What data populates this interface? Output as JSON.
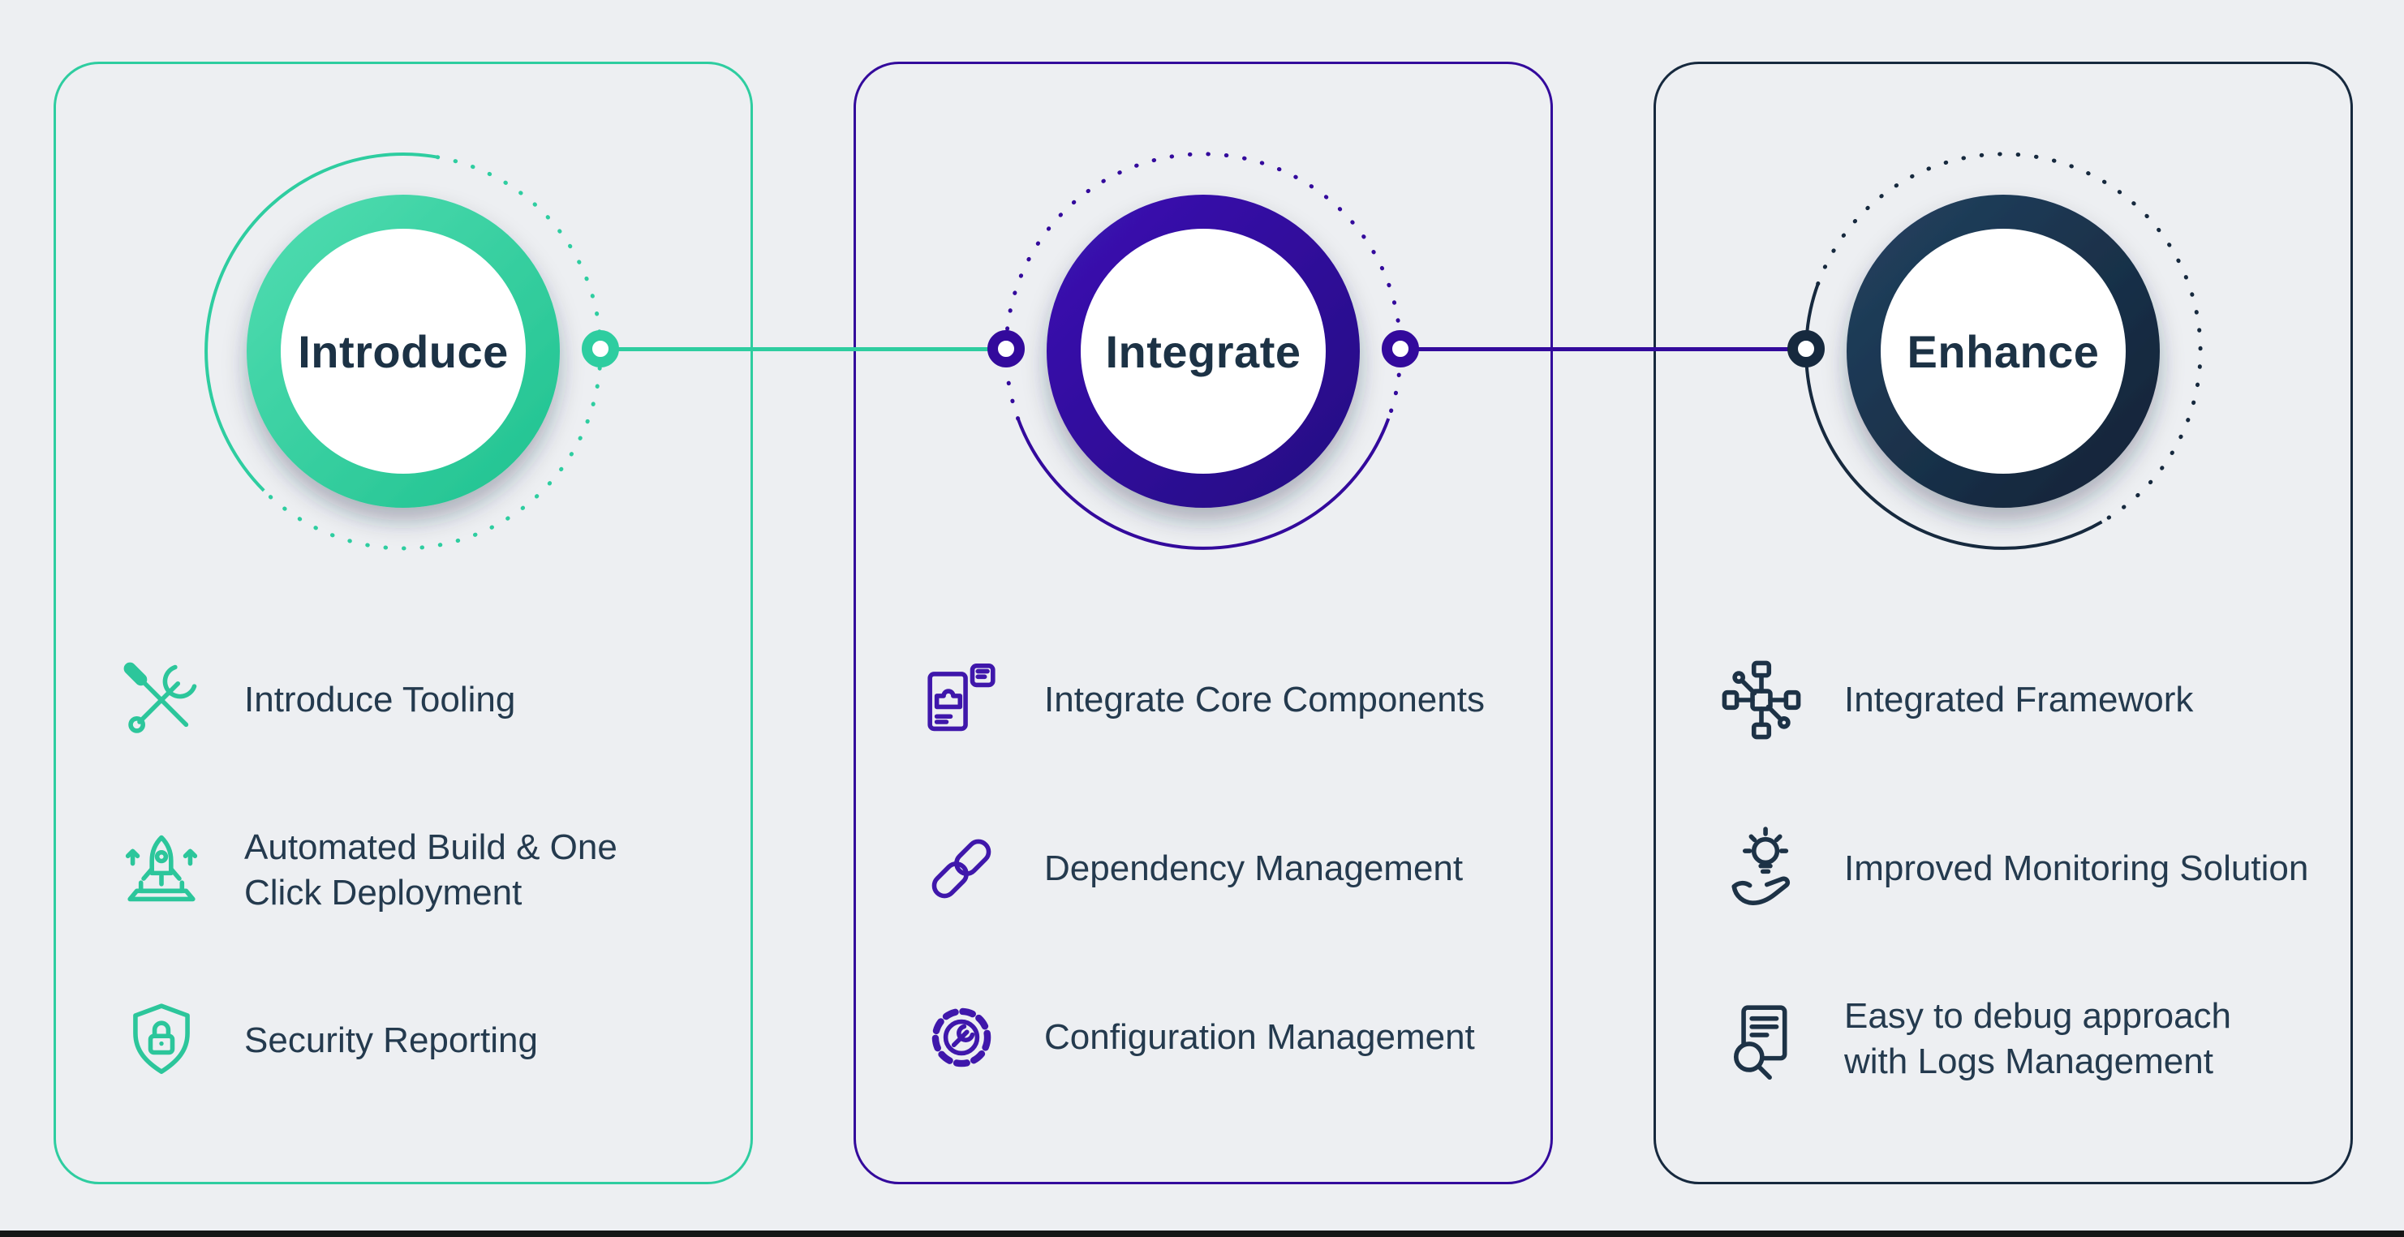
{
  "page": {
    "background_color": "#edeff2",
    "bottom_bar_color": "#161616",
    "text_color": "#243a4e"
  },
  "cards": [
    {
      "accent_color": "#2ecda0",
      "title": "Introduce",
      "items": [
        {
          "icon": "tools-icon",
          "label": "Introduce Tooling"
        },
        {
          "icon": "rocket-launch-icon",
          "label": "Automated Build & One Click Deployment"
        },
        {
          "icon": "security-shield-icon",
          "label": "Security Reporting"
        }
      ]
    },
    {
      "accent_color": "#330a9c",
      "title": "Integrate",
      "items": [
        {
          "icon": "puzzle-components-icon",
          "label": "Integrate Core Components"
        },
        {
          "icon": "chain-link-icon",
          "label": "Dependency Management"
        },
        {
          "icon": "gear-wrench-icon",
          "label": "Configuration Management"
        }
      ]
    },
    {
      "accent_color": "#16293e",
      "title": "Enhance",
      "items": [
        {
          "icon": "network-framework-icon",
          "label": "Integrated Framework"
        },
        {
          "icon": "idea-lightbulb-hand-icon",
          "label": "Improved Monitoring Solution"
        },
        {
          "icon": "logs-search-icon",
          "label": "Easy to debug approach with Logs Management"
        }
      ]
    }
  ],
  "connectors": [
    {
      "from": "Introduce",
      "to": "Integrate",
      "color": "#2ecda0"
    },
    {
      "from": "Integrate",
      "to": "Enhance",
      "color": "#330a9c"
    }
  ]
}
